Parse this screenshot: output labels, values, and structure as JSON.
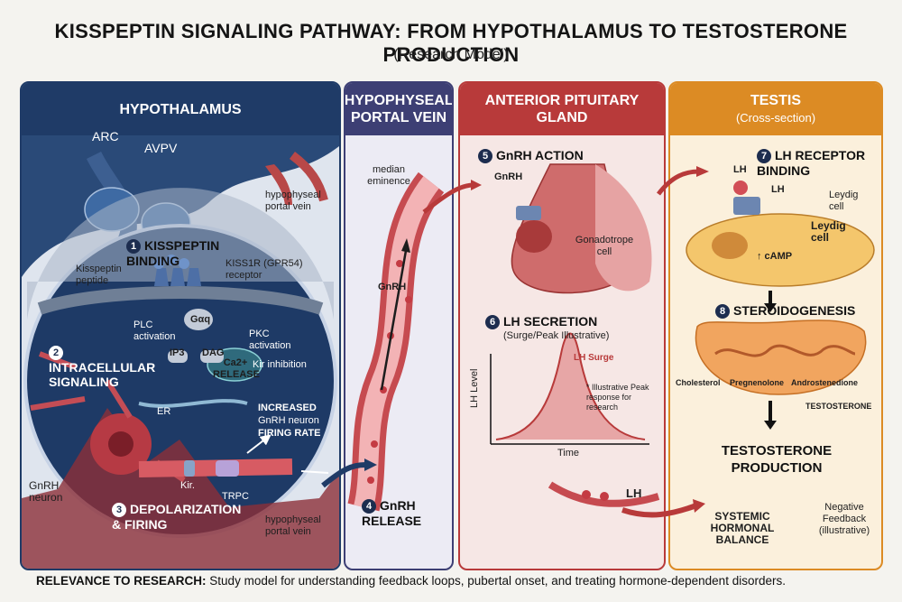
{
  "title": "KISSPEPTIN SIGNALING PATHWAY: FROM HYPOTHALAMUS TO TESTOSTERONE PRODUCTION",
  "subtitle": "(Research Model)",
  "colors": {
    "navy": "#1f3b67",
    "purple": "#3d3f74",
    "red": "#b83a3a",
    "orange": "#dc8b24"
  },
  "panels": {
    "hypothalamus": {
      "header": "HYPOTHALAMUS",
      "arc": "ARC",
      "avpv": "AVPV",
      "portal_vein_top": "hypophyseal portal vein",
      "step1": {
        "num": "1",
        "title": "KISSPEPTIN BINDING"
      },
      "kisspeptin": "Kisspeptin peptide",
      "receptor": "KISS1R (GPR54) receptor",
      "gaq": "Gαq",
      "plc": "PLC activation",
      "ip3": "IP3",
      "dag": "DAG",
      "pkc": "PKC activation",
      "kir_inhibition": "Kir inhibition",
      "step2": {
        "num": "2",
        "title": "INTRACELLULAR SIGNALING"
      },
      "ca": "Ca2+ RELEASE",
      "er": "ER",
      "increased": "INCREASED",
      "gnrh_neuron_firing": "GnRH neuron",
      "firing_rate": "FIRING RATE",
      "kir": "Kir.",
      "trpc": "TRPC",
      "gnrh_neuron": "GnRH neuron",
      "step3": {
        "num": "3",
        "title": "DEPOLARIZATION & FIRING"
      },
      "portal_vein_bottom": "hypophyseal portal vein"
    },
    "portal": {
      "header": "HYPOPHYSEAL PORTAL VEIN",
      "median": "median eminence",
      "gnrh": "GnRH",
      "step4": {
        "num": "4",
        "title": "GnRH RELEASE"
      }
    },
    "pituitary": {
      "header": "ANTERIOR PITUITARY GLAND",
      "step5": {
        "num": "5",
        "title": "GnRH ACTION"
      },
      "gnrh": "GnRH",
      "gonadotrope": "Gonadotrope cell",
      "step6": {
        "num": "6",
        "title": "LH SECRETION"
      },
      "step6_sub": "(Surge/Peak Illustrative)",
      "lh_surge": "LH Surge",
      "note": "* Illustrative Peak response for research",
      "ylabel": "LH Level",
      "xlabel": "Time",
      "lh": "LH"
    },
    "testis": {
      "header": "TESTIS",
      "header_sub": "(Cross-section)",
      "step7": {
        "num": "7",
        "title": "LH RECEPTOR BINDING"
      },
      "lh1": "LH",
      "lh2": "LH",
      "leydig_cell_small": "Leydig cell",
      "leydig_cell": "Leydig cell",
      "camp": "↑ cAMP",
      "step8": {
        "num": "8",
        "title": "STEROIDOGENESIS"
      },
      "cholesterol": "Cholesterol",
      "pregnenolone": "Pregnenolone",
      "androstenedione": "Androstenedione",
      "testosterone_small": "TESTOSTERONE",
      "production": "TESTOSTERONE PRODUCTION",
      "systemic": "SYSTEMIC HORMONAL BALANCE",
      "feedback": "Negative Feedback (illustrative)"
    }
  },
  "footer": {
    "label": "RELEVANCE TO RESEARCH:",
    "text": "Study model for understanding feedback loops, pubertal onset, and treating hormone-dependent disorders."
  }
}
